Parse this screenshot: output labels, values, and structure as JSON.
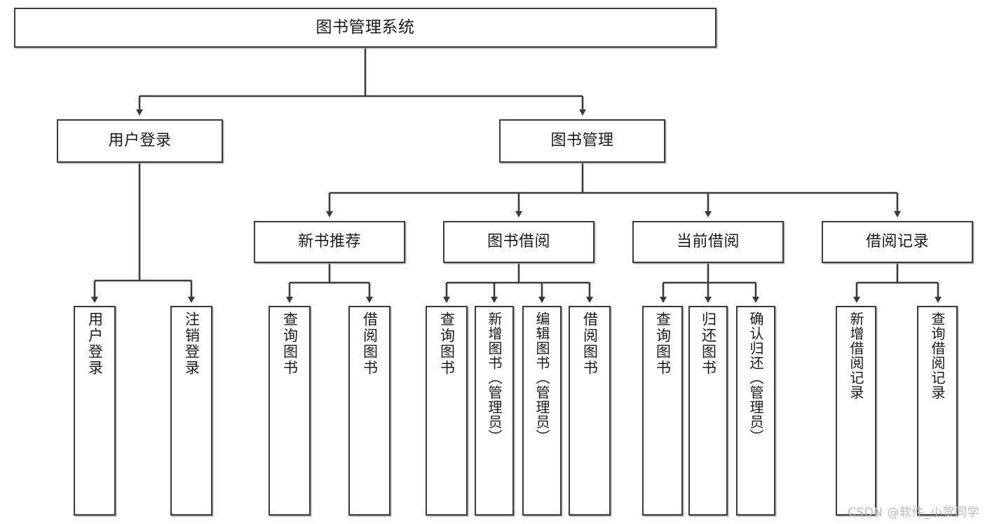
{
  "diagram": {
    "title": "图书管理系统",
    "watermark": "CSDN @软件_小贺同学",
    "levels": {
      "root": {
        "label": "图书管理系统"
      },
      "level2": [
        {
          "label": "用户登录"
        },
        {
          "label": "图书管理"
        }
      ],
      "level3": [
        {
          "label": "新书推荐"
        },
        {
          "label": "图书借阅"
        },
        {
          "label": "当前借阅"
        },
        {
          "label": "借阅记录"
        }
      ],
      "leaves": {
        "user_login": [
          {
            "label": "用户登录"
          },
          {
            "label": "注销登录"
          }
        ],
        "new_book_recommend": [
          {
            "label": "查询图书"
          },
          {
            "label": "借阅图书"
          }
        ],
        "book_borrow": [
          {
            "label": "查询图书"
          },
          {
            "label": "新增图书（管理员）"
          },
          {
            "label": "编辑图书（管理员）"
          },
          {
            "label": "借阅图书"
          }
        ],
        "current_borrow": [
          {
            "label": "查询图书"
          },
          {
            "label": "归还图书"
          },
          {
            "label": "确认归还（管理员）"
          }
        ],
        "borrow_record": [
          {
            "label": "新增借阅记录"
          },
          {
            "label": "查询借阅记录"
          }
        ]
      }
    },
    "colors": {
      "stroke": "#3b3b3b",
      "fill": "#ffffff",
      "text": "#1a1a1a",
      "watermark": "#b9b9b9"
    }
  }
}
